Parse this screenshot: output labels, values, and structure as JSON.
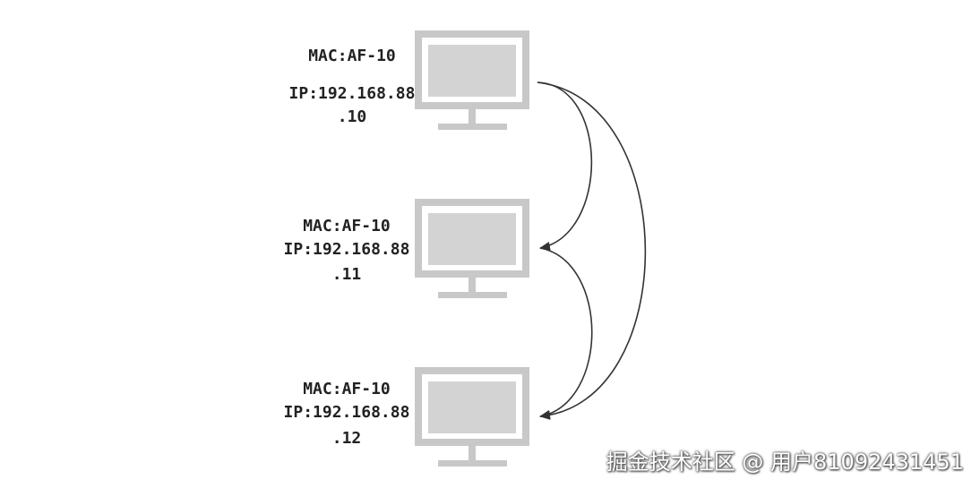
{
  "nodes": [
    {
      "mac": "MAC:AF-10",
      "ip_line1": "IP:192.168.88",
      "ip_line2": ".10"
    },
    {
      "mac": "MAC:AF-10",
      "ip_line1": "IP:192.168.88",
      "ip_line2": ".11"
    },
    {
      "mac": "MAC:AF-10",
      "ip_line1": "IP:192.168.88",
      "ip_line2": ".12"
    }
  ],
  "colors": {
    "monitor_frame": "#c8c8c8",
    "monitor_screen": "#d3d3d3",
    "arrow": "#333333",
    "text": "#222222"
  },
  "edges": [
    {
      "from": "computer-1",
      "to": "computer-2"
    },
    {
      "from": "computer-1",
      "to": "computer-3"
    },
    {
      "from": "computer-2",
      "to": "computer-3"
    }
  ],
  "watermark": "掘金技术社区 @ 用户81092431451"
}
